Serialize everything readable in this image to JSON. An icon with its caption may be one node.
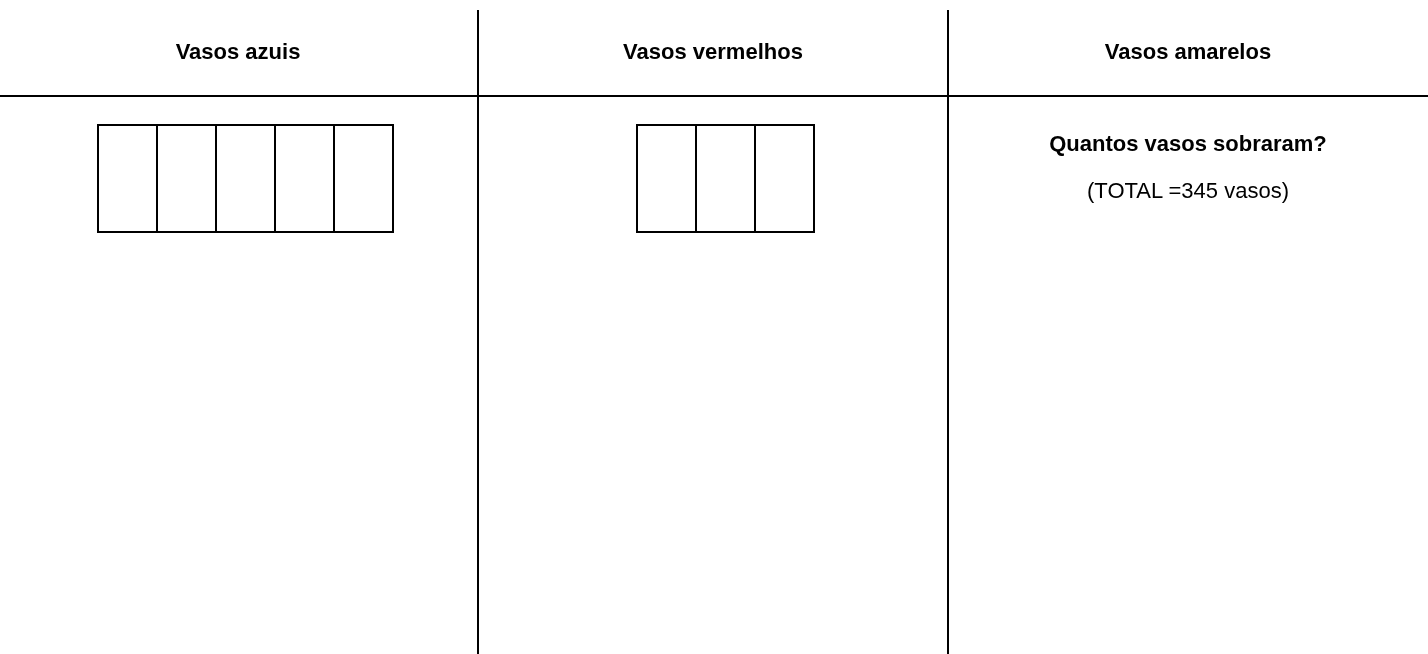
{
  "diagram": {
    "nodes": [
      {
        "text": [],
        "shape": "box"
      },
      {
        "text": [],
        "shape": "box"
      },
      {
        "text": [],
        "shape": "box"
      },
      {
        "text": [],
        "shape": "box"
      },
      {
        "text": [],
        "shape": "box"
      },
      {
        "text": [],
        "shape": "box"
      },
      {
        "text": [],
        "shape": "box"
      },
      {
        "text": [],
        "shape": "box"
      }
    ],
    "labels": [
      "Vasos azuis",
      "Vasos vermelhos",
      "Vasos amarelos",
      "Quantos vasos sobraram?",
      "(TOTAL =345 vasos)"
    ]
  }
}
